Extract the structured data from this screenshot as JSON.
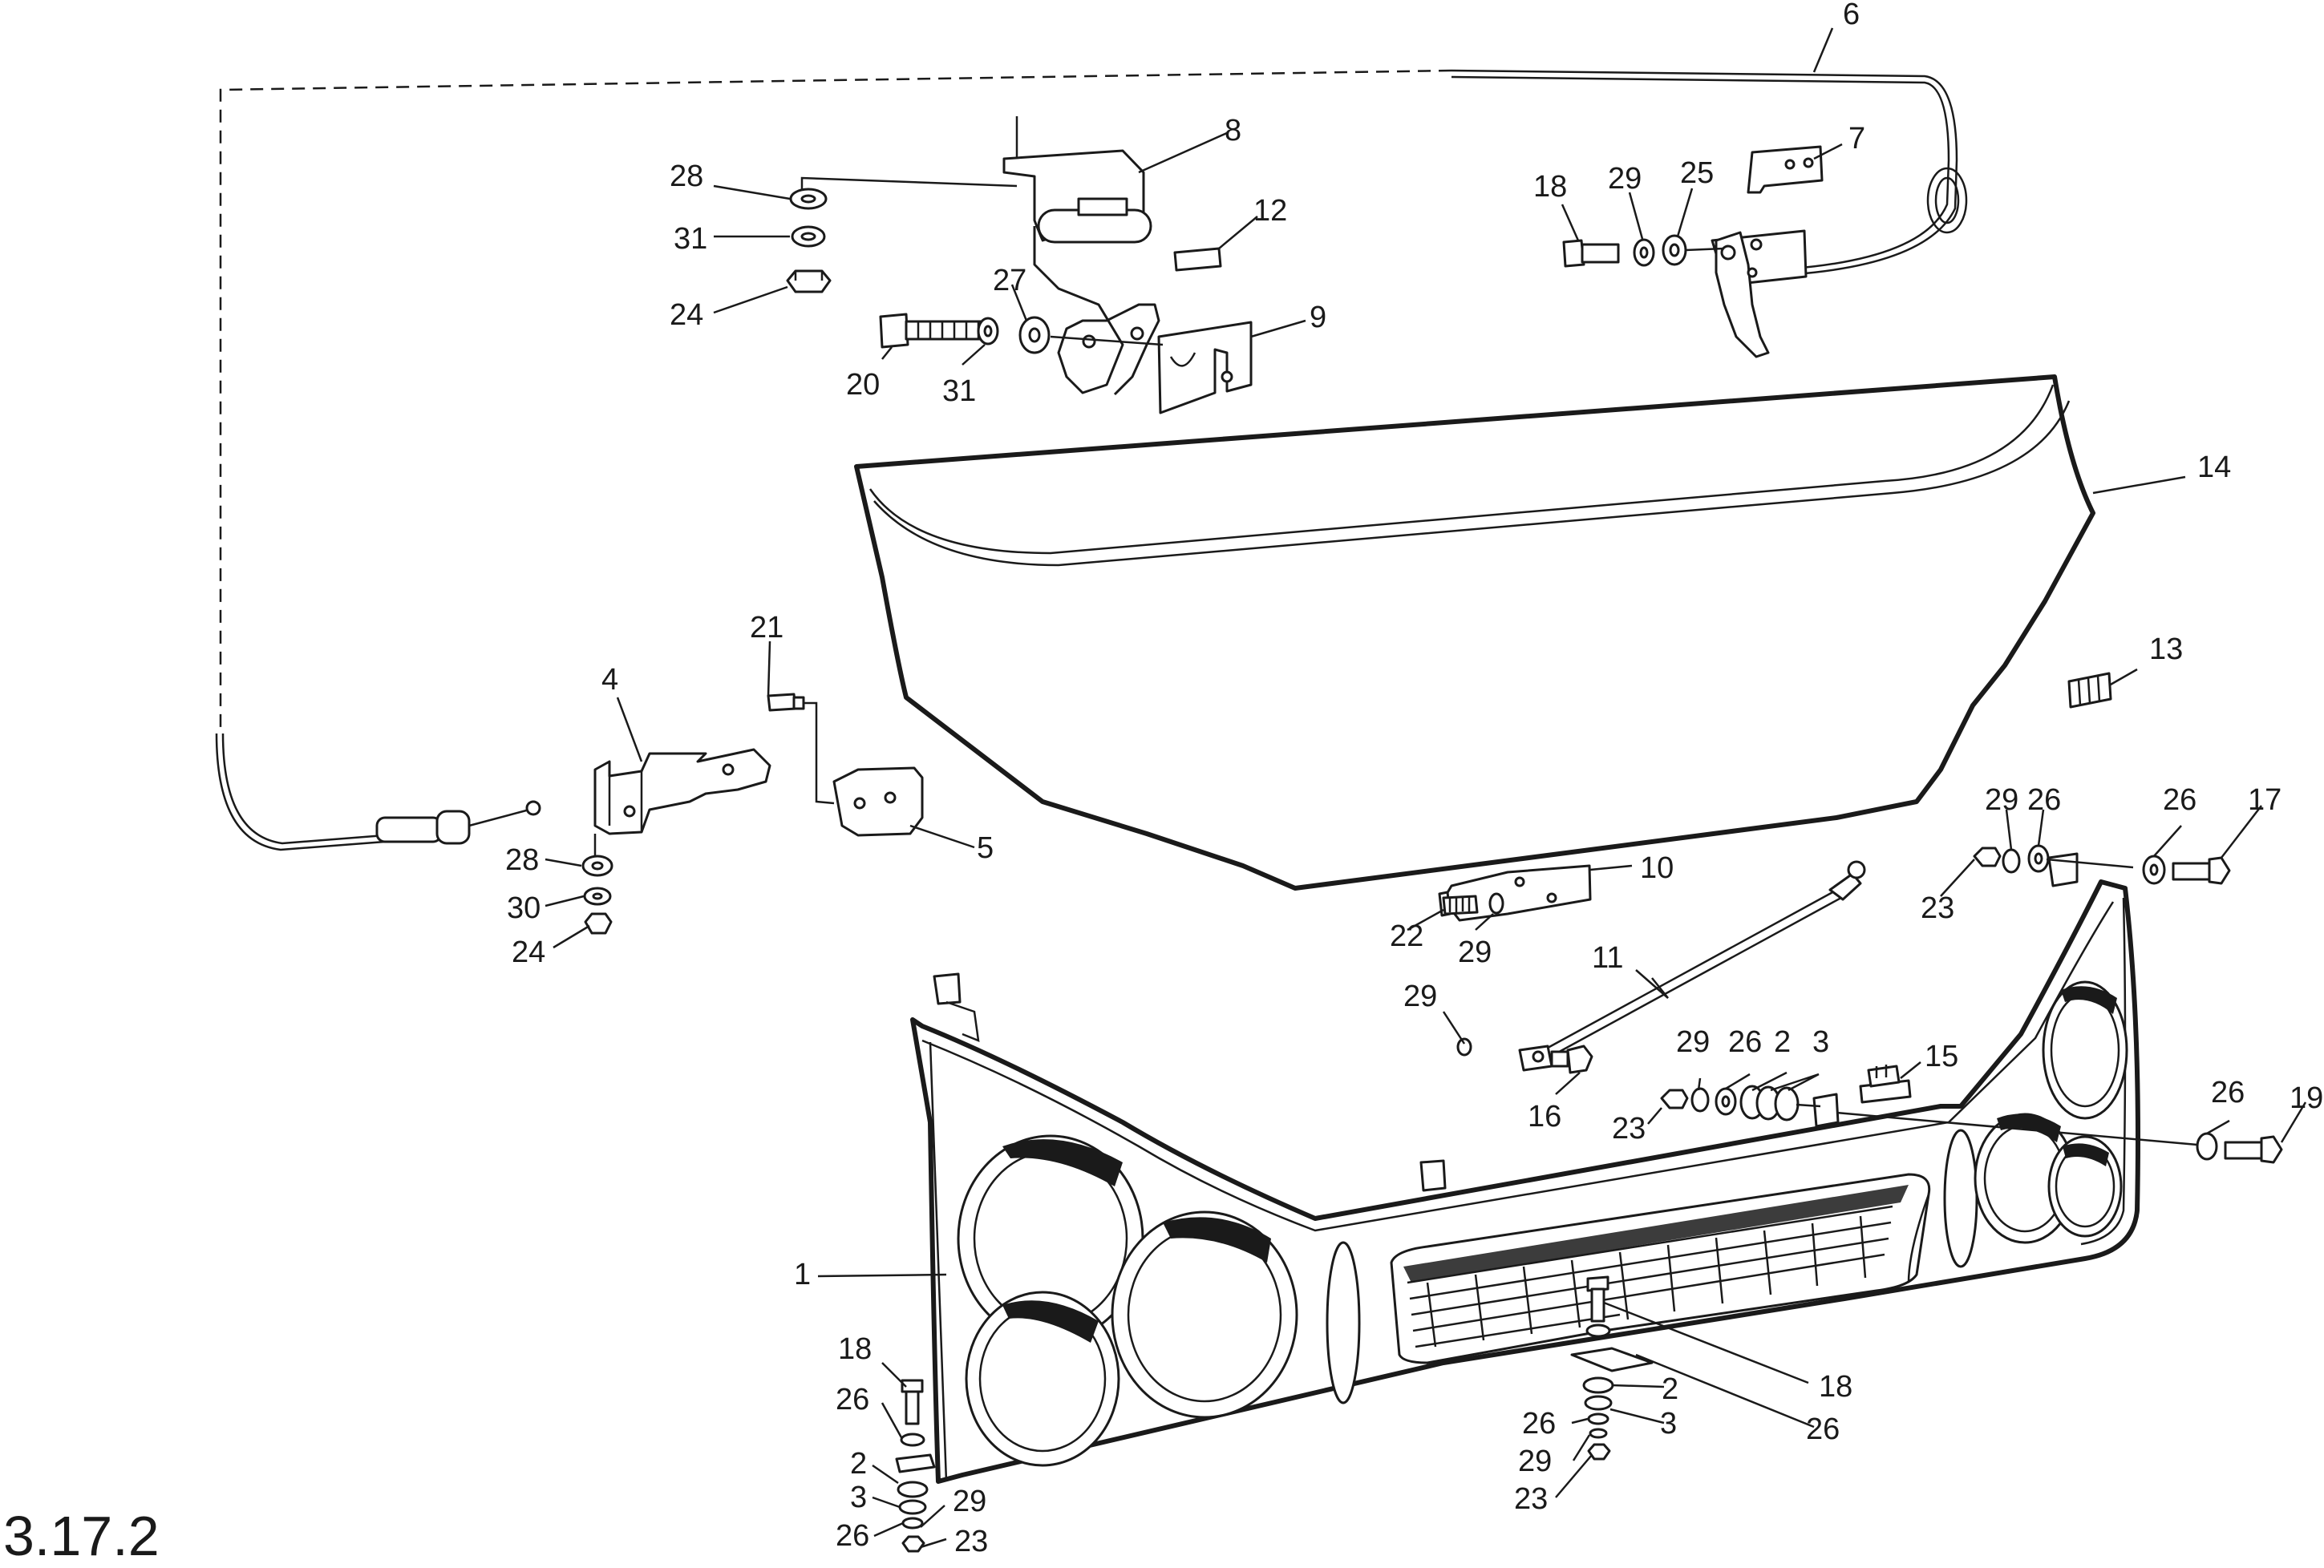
{
  "figure_number": "3.17.2",
  "callouts": {
    "c1": "1",
    "c2a": "2",
    "c2b": "2",
    "c2c": "2",
    "c3a": "3",
    "c3b": "3",
    "c3c": "3",
    "c4": "4",
    "c5": "5",
    "c6": "6",
    "c7": "7",
    "c8": "8",
    "c9": "9",
    "c10": "10",
    "c11": "11",
    "c12": "12",
    "c13": "13",
    "c14": "14",
    "c15": "15",
    "c16": "16",
    "c17": "17",
    "c18a": "18",
    "c18b": "18",
    "c18c": "18",
    "c19": "19",
    "c20": "20",
    "c21": "21",
    "c22": "22",
    "c23a": "23",
    "c23b": "23",
    "c23c": "23",
    "c23d": "23",
    "c24a": "24",
    "c24b": "24",
    "c25": "25",
    "c26a": "26",
    "c26b": "26",
    "c26c": "26",
    "c26d": "26",
    "c26e": "26",
    "c26f": "26",
    "c26g": "26",
    "c26h": "26",
    "c27": "27",
    "c28a": "28",
    "c28b": "28",
    "c29a": "29",
    "c29b": "29",
    "c29c": "29",
    "c29d": "29",
    "c29e": "29",
    "c29f": "29",
    "c29g": "29",
    "c30": "30",
    "c31a": "31",
    "c31b": "31"
  }
}
